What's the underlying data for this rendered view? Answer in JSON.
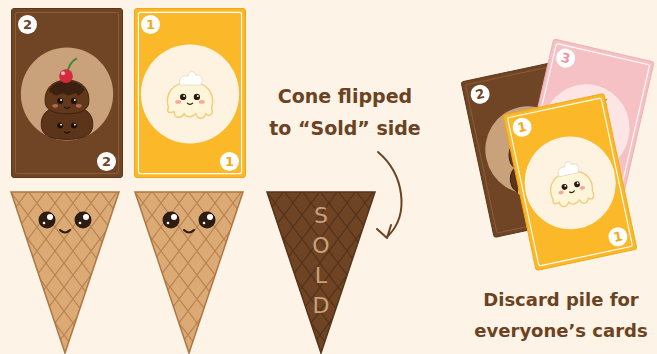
{
  "diagram": {
    "nodes": [
      {
        "text": [
          "2",
          "2"
        ]
      },
      {
        "text": [
          "1",
          "1"
        ]
      },
      {
        "text": [
          "SOLD"
        ]
      },
      {
        "text": [
          "2"
        ]
      },
      {
        "text": [
          "3"
        ]
      },
      {
        "text": [
          "1",
          "1"
        ]
      }
    ],
    "labels": [
      "Cone flipped to “Sold” side",
      "Discard pile for everyone’s cards"
    ]
  }
}
